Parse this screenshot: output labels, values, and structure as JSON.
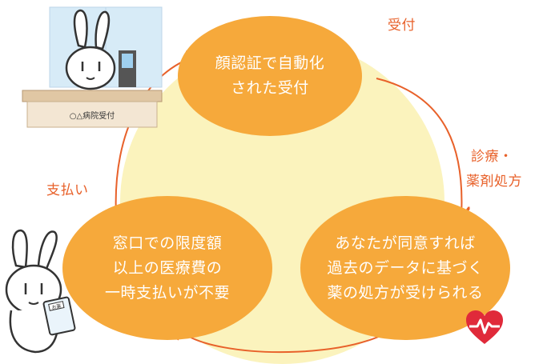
{
  "diagram": {
    "steps": [
      {
        "id": "reception",
        "lines": [
          "顔認証で自動化",
          "された受付"
        ]
      },
      {
        "id": "treatment",
        "lines": [
          "あなたが同意すれば",
          "過去のデータに基づく",
          "薬の処方が受けられる"
        ]
      },
      {
        "id": "payment",
        "lines": [
          "窓口での限度額",
          "以上の医療費の",
          "一時支払いが不要"
        ]
      }
    ],
    "labels": {
      "reception": "受付",
      "treatment_line1": "診療・",
      "treatment_line2": "薬剤処方",
      "payment": "支払い"
    },
    "illustrations": {
      "counter_sign": "○△病院受付",
      "clipboard_text": "お薬"
    },
    "colors": {
      "bubble": "#f6a93b",
      "background_circle": "#fbf3bd",
      "arrow": "#e8612a",
      "label": "#e8612a",
      "heart": "#e02a3a"
    }
  }
}
